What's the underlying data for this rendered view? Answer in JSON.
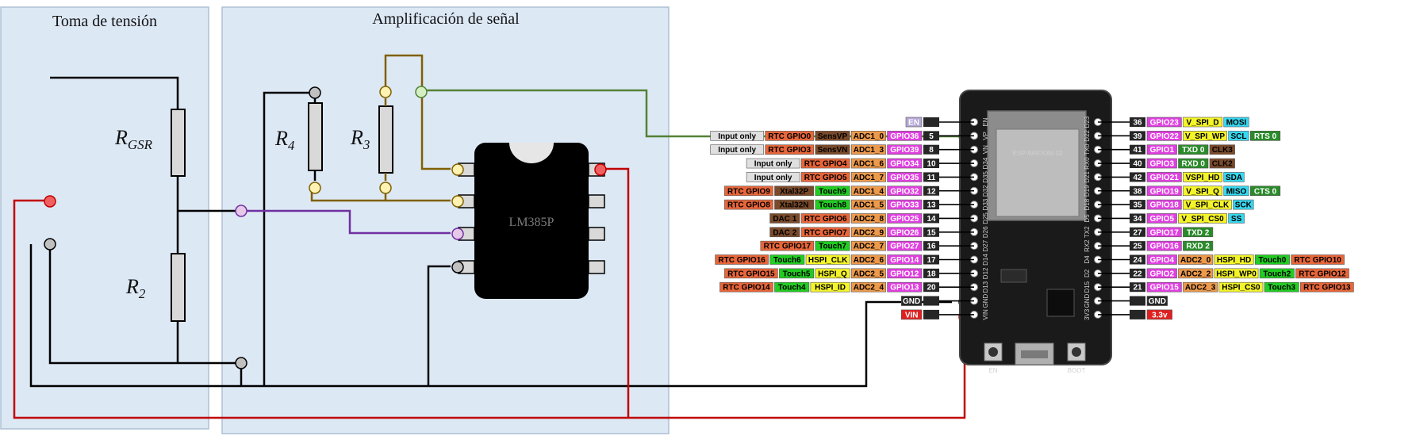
{
  "panels": {
    "left_title": "Toma de tensión",
    "right_title": "Amplificación de señal"
  },
  "components": {
    "rgsr": {
      "main": "R",
      "sub": "GSR"
    },
    "r2": {
      "main": "R",
      "sub": "2"
    },
    "r4": {
      "main": "R",
      "sub": "4"
    },
    "r3": {
      "main": "R",
      "sub": "3"
    },
    "chip": "LM385P"
  },
  "board": {
    "module": "ESP-WROOM-32",
    "buttons": [
      "EN",
      "BOOT"
    ],
    "left_pins": [
      {
        "num": "",
        "labels": [
          "EN"
        ]
      },
      {
        "num": "5",
        "labels": [
          "Input only",
          "RTC GPIO0",
          "SensVP",
          "ADC1_0",
          "GPIO36"
        ]
      },
      {
        "num": "8",
        "labels": [
          "Input only",
          "RTC GPIO3",
          "SensVN",
          "ADC1_3",
          "GPIO39"
        ]
      },
      {
        "num": "10",
        "labels": [
          "Input only",
          "RTC GPIO4",
          "ADC1_6",
          "GPIO34"
        ]
      },
      {
        "num": "11",
        "labels": [
          "Input only",
          "RTC GPIO5",
          "ADC1_7",
          "GPIO35"
        ]
      },
      {
        "num": "12",
        "labels": [
          "RTC GPIO9",
          "Xtal32P",
          "Touch9",
          "ADC1_4",
          "GPIO32"
        ]
      },
      {
        "num": "13",
        "labels": [
          "RTC GPIO8",
          "Xtal32N",
          "Touch8",
          "ADC1_5",
          "GPIO33"
        ]
      },
      {
        "num": "14",
        "labels": [
          "DAC 1",
          "RTC GPIO6",
          "ADC2_8",
          "GPIO25"
        ]
      },
      {
        "num": "15",
        "labels": [
          "DAC 2",
          "RTC GPIO7",
          "ADC2_9",
          "GPIO26"
        ]
      },
      {
        "num": "16",
        "labels": [
          "RTC GPIO17",
          "Touch7",
          "ADC2_7",
          "GPIO27"
        ]
      },
      {
        "num": "17",
        "labels": [
          "RTC GPIO16",
          "Touch6",
          "HSPI_CLK",
          "ADC2_6",
          "GPIO14"
        ]
      },
      {
        "num": "18",
        "labels": [
          "RTC GPIO15",
          "Touch5",
          "HSPI_Q",
          "ADC2_5",
          "GPIO12"
        ]
      },
      {
        "num": "20",
        "labels": [
          "RTC GPIO14",
          "Touch4",
          "HSPI_ID",
          "ADC2_4",
          "GPIO13"
        ]
      },
      {
        "num": "",
        "labels": [
          "GND"
        ]
      },
      {
        "num": "",
        "labels": [
          "VIN"
        ]
      }
    ],
    "right_pins": [
      {
        "num": "36",
        "labels": [
          "GPIO23",
          "V_SPI_D",
          "MOSI"
        ]
      },
      {
        "num": "39",
        "labels": [
          "GPIO22",
          "V_SPI_WP",
          "SCL",
          "RTS 0"
        ]
      },
      {
        "num": "41",
        "labels": [
          "GPIO1",
          "TXD 0",
          "CLK3"
        ]
      },
      {
        "num": "40",
        "labels": [
          "GPIO3",
          "RXD 0",
          "CLK2"
        ]
      },
      {
        "num": "42",
        "labels": [
          "GPIO21",
          "VSPI_HD",
          "SDA"
        ]
      },
      {
        "num": "38",
        "labels": [
          "GPIO19",
          "V_SPI_Q",
          "MISO",
          "CTS 0"
        ]
      },
      {
        "num": "35",
        "labels": [
          "GPIO18",
          "V_SPI_CLK",
          "SCK"
        ]
      },
      {
        "num": "34",
        "labels": [
          "GPIO5",
          "V_SPI_CS0",
          "SS"
        ]
      },
      {
        "num": "27",
        "labels": [
          "GPIO17",
          "TXD 2"
        ]
      },
      {
        "num": "25",
        "labels": [
          "GPIO16",
          "RXD 2"
        ]
      },
      {
        "num": "24",
        "labels": [
          "GPIO4",
          "ADC2_0",
          "HSPI_HD",
          "Touch0",
          "RTC GPIO10"
        ]
      },
      {
        "num": "22",
        "labels": [
          "GPIO2",
          "ADC2_2",
          "HSPI_WP0",
          "Touch2",
          "RTC GPIO12"
        ]
      },
      {
        "num": "21",
        "labels": [
          "GPIO15",
          "ADC2_3",
          "HSPI_CS0",
          "Touch3",
          "RTC GPIO13"
        ]
      },
      {
        "num": "",
        "labels": [
          "GND"
        ]
      },
      {
        "num": "",
        "labels": [
          "3.3v"
        ]
      }
    ],
    "left_silk": [
      "EN",
      "VP",
      "VN",
      "D34",
      "D35",
      "D32",
      "D33",
      "D25",
      "D26",
      "D27",
      "D14",
      "D12",
      "D13",
      "GND",
      "VIN"
    ],
    "right_silk": [
      "D23",
      "D22",
      "TX0",
      "RX0",
      "D21",
      "D19",
      "D18",
      "D5",
      "TX2",
      "RX2",
      "D4",
      "D2",
      "D15",
      "GND",
      "3V3"
    ]
  },
  "colors": {
    "panel_fill": "#dde8f5",
    "panel_border": "#aebfd4",
    "wire_red": "#c00000",
    "wire_green": "#548235",
    "wire_purple": "#7030a0",
    "wire_brown": "#806000"
  }
}
